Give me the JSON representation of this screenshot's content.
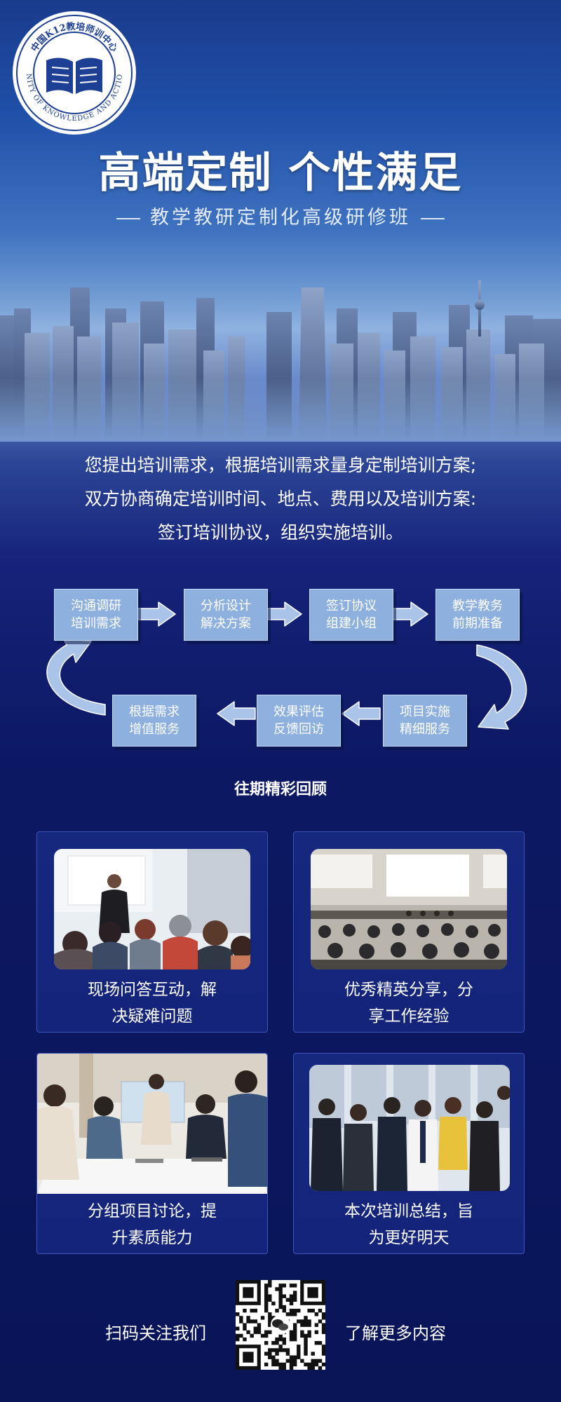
{
  "logo": {
    "top_text": "中国K12教培师训中心",
    "bottom_text": "UNITY OF KNOWLEDGE AND ACTION"
  },
  "header": {
    "title": "高端定制 个性满足",
    "subtitle": "教学教研定制化高级研修班"
  },
  "intro": {
    "lines": [
      "您提出培训需求，根据培训需求量身定制培训方案;",
      "双方协商确定培训时间、地点、费用以及培训方案:",
      "签订培训协议，组织实施培训。"
    ]
  },
  "process": {
    "row1": [
      {
        "l1": "沟通调研",
        "l2": "培训需求"
      },
      {
        "l1": "分析设计",
        "l2": "解决方案"
      },
      {
        "l1": "签订协议",
        "l2": "组建小组"
      },
      {
        "l1": "教学教务",
        "l2": "前期准备"
      }
    ],
    "row2": [
      {
        "l1": "根据需求",
        "l2": "增值服务"
      },
      {
        "l1": "效果评估",
        "l2": "反馈回访"
      },
      {
        "l1": "项目实施",
        "l2": "精细服务"
      }
    ]
  },
  "review": {
    "title": "往期精彩回顾",
    "cards": [
      {
        "l1": "现场问答互动，解",
        "l2": "决疑难问题"
      },
      {
        "l1": "优秀精英分享，分",
        "l2": "享工作经验"
      },
      {
        "l1": "分组项目讨论，提",
        "l2": "升素质能力"
      },
      {
        "l1": "本次培训总结，旨",
        "l2": "为更好明天"
      }
    ]
  },
  "footer": {
    "left": "扫码关注我们",
    "right": "了解更多内容"
  },
  "colors": {
    "flow_box": "#8db0de",
    "card_bg": "#13247a",
    "card_border": "#3b55b8"
  }
}
